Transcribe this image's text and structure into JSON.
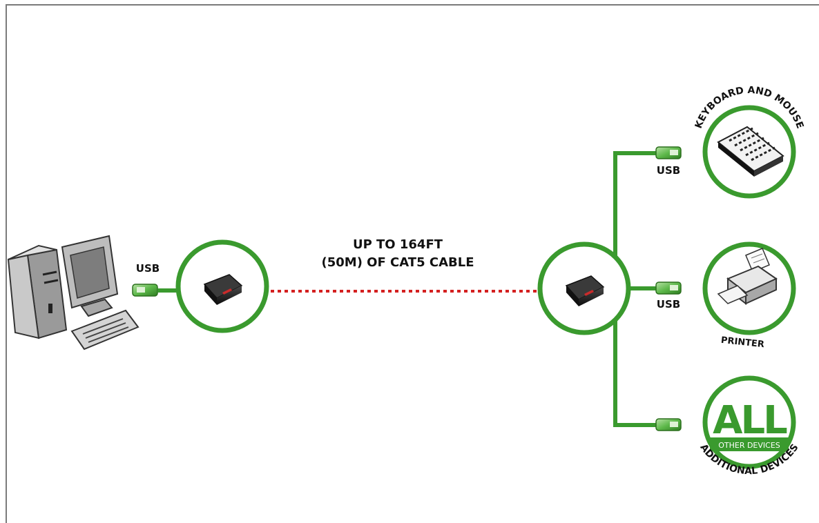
{
  "cable": {
    "line1": "UP TO 164FT",
    "line2": "(50M) OF CAT5 CABLE"
  },
  "connectors": {
    "host_label": "USB",
    "keyboard_label": "USB",
    "printer_label": "USB"
  },
  "devices": {
    "keyboard_mouse": "KEYBOARD AND MOUSE",
    "printer": "PRINTER",
    "all_big": "ALL",
    "all_small": "OTHER DEVICES",
    "additional": "ADDITIONAL DEVICES"
  },
  "colors": {
    "green": "#3a9a2e",
    "cable_red": "#d42020",
    "text": "#111111"
  }
}
